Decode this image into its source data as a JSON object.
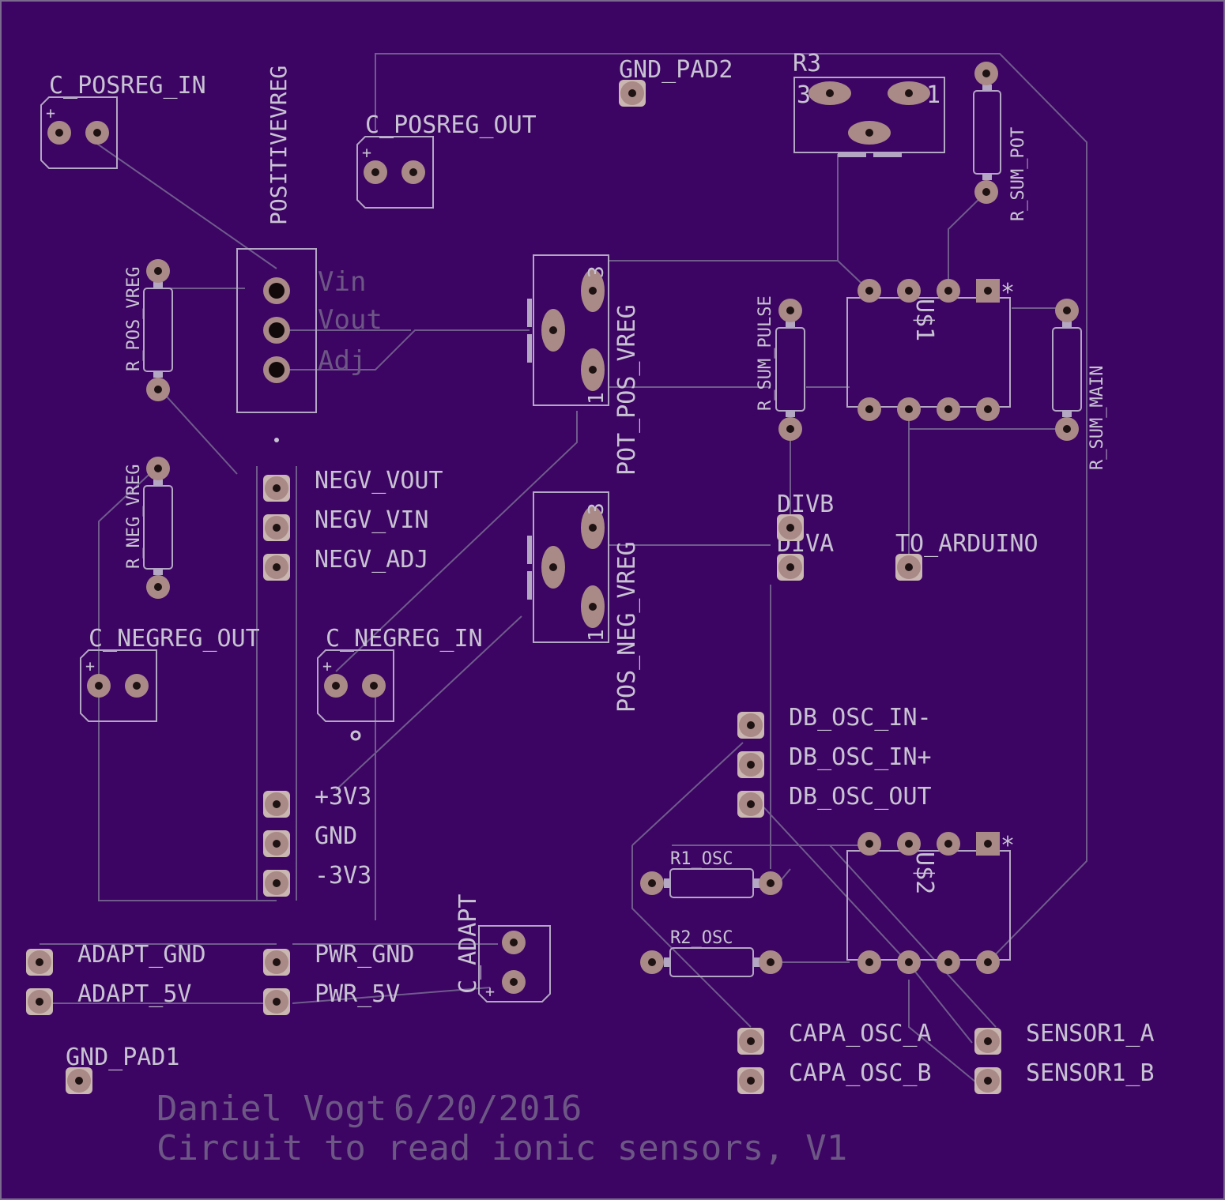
{
  "colors": {
    "board": "#3c0463",
    "outline": "#b4a7c3",
    "silk": "#c8c3d2",
    "trace": "#6f5c8c",
    "pad": "#a98a87",
    "pad_edge": "#cab7b2",
    "hole": "#1e1212",
    "doc_text": "#6d5785"
  },
  "components": {
    "c_posreg_in": "C_POSREG_IN",
    "c_posreg_out": "C_POSREG_OUT",
    "c_negreg_out": "C_NEGREG_OUT",
    "c_negreg_in": "C_NEGREG_IN",
    "c_adapt": "C_ADAPT",
    "positivevreg": "POSITIVEVREG",
    "vin": "Vin",
    "vout": "Vout",
    "adj": "Adj",
    "r_pos_vreg": "R_POS_VREG",
    "r_neg_vreg": "R_NEG_VREG",
    "pot_pos_vreg": "POT_POS_VREG",
    "pos_neg_vreg": "POS_NEG_VREG",
    "r3": "R3",
    "r_sum_pot": "R_SUM_POT",
    "r_sum_pulse": "R_SUM_PULSE",
    "r_sum_main": "R_SUM_MAIN",
    "u1": "U$1",
    "u2": "U$2",
    "r1_osc": "R1_OSC",
    "r2_osc": "R2_OSC",
    "pin_1": "1",
    "pin_3": "3",
    "plus": "+",
    "star": "*"
  },
  "pads": {
    "gnd_pad2": "GND_PAD2",
    "gnd_pad1": "GND_PAD1",
    "negv_vout": "NEGV_VOUT",
    "negv_vin": "NEGV_VIN",
    "negv_adj": "NEGV_ADJ",
    "divb": "DIVB",
    "diva": "DIVA",
    "to_arduino": "TO_ARDUINO",
    "db_osc_in_minus": "DB_OSC_IN-",
    "db_osc_in_plus": "DB_OSC_IN+",
    "db_osc_out": "DB_OSC_OUT",
    "p3v3": "+3V3",
    "gnd": "GND",
    "m3v3": "-3V3",
    "adapt_gnd": "ADAPT_GND",
    "adapt_5v": "ADAPT_5V",
    "pwr_gnd": "PWR_GND",
    "pwr_5v": "PWR_5V",
    "capa_osc_a": "CAPA_OSC_A",
    "capa_osc_b": "CAPA_OSC_B",
    "sensor1_a": "SENSOR1_A",
    "sensor1_b": "SENSOR1_B"
  },
  "doc": {
    "author": "Daniel Vogt",
    "date": "6/20/2016",
    "title": "Circuit to read ionic sensors, V1"
  }
}
